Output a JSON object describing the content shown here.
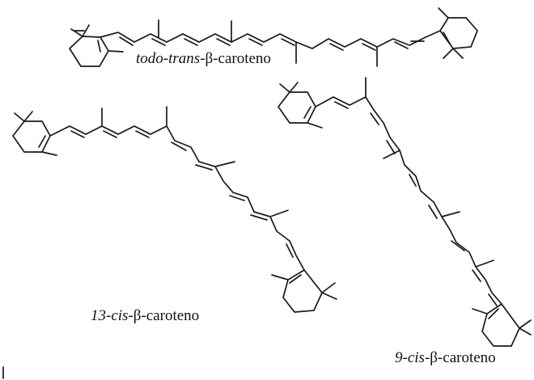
{
  "molecules": [
    {
      "id": "all-trans",
      "prefix": "todo-trans",
      "suffix": "-β-caroteno"
    },
    {
      "id": "13-cis",
      "prefix": "13-cis",
      "suffix": "-β-caroteno"
    },
    {
      "id": "9-cis",
      "prefix": "9-cis",
      "suffix": "-β-caroteno"
    }
  ],
  "colors": {
    "ink": "#1a1a1a",
    "background": "#ffffff"
  }
}
